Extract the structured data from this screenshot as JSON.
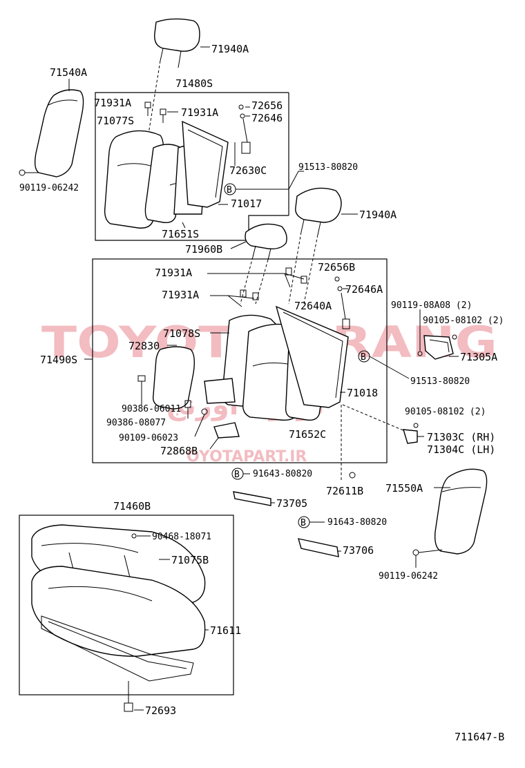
{
  "diagram": {
    "figure_code": "711647-B",
    "labels": {
      "p71940a_top": "71940A",
      "p71540a": "71540A",
      "p71480s": "71480S",
      "p71931a_1": "71931A",
      "p71931a_2": "71931A",
      "p72656": "72656",
      "p72646": "72646",
      "p71077s": "71077S",
      "p72630c": "72630C",
      "p91513_1": "91513-80820",
      "p90119_left": "90119-06242",
      "p71017": "71017",
      "p71651s": "71651S",
      "p71940a_2": "71940A",
      "p71960b": "71960B",
      "p71931a_3": "71931A",
      "p72656b": "72656B",
      "p72646a": "72646A",
      "p71931a_4": "71931A",
      "p72640a": "72640A",
      "p90119_08a08": "90119-08A08 (2)",
      "p90105_1": "90105-08102 (2)",
      "p71078s": "71078S",
      "p72830": "72830",
      "p71490s": "71490S",
      "p71305a": "71305A",
      "p91513_2": "91513-80820",
      "p71018": "71018",
      "p90386_06011": "90386-06011",
      "p90386_08077": "90386-08077",
      "p90105_2": "90105-08102 (2)",
      "p90109": "90109-06023",
      "p71652c": "71652C",
      "p71303c": "71303C (RH)",
      "p71304c": "71304C (LH)",
      "p72868b": "72868B",
      "p91643_1": "91643-80820",
      "p72611b": "72611B",
      "p71550a": "71550A",
      "p73705": "73705",
      "p71460b": "71460B",
      "p91643_2": "91643-80820",
      "p90468": "90468-18071",
      "p73706": "73706",
      "p71075b": "71075B",
      "p90119_right": "90119-06242",
      "p71611": "71611",
      "p72693": "72693"
    },
    "callout_letter": "B",
    "watermark": {
      "main": "TOYOTA ORANG",
      "arabic": "تویوتا اورنج",
      "url": "OYOTAPART.IR"
    },
    "colors": {
      "watermark": "#e8878f",
      "lines": "#000000"
    }
  }
}
